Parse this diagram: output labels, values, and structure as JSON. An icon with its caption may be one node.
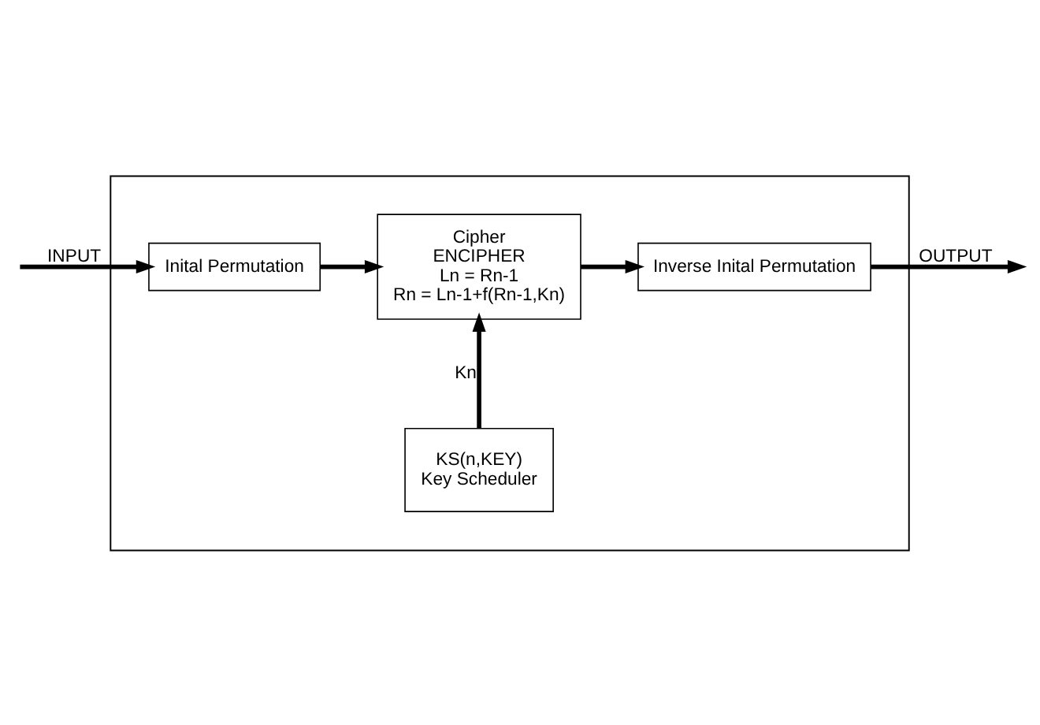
{
  "diagram": {
    "nodes": [
      {
        "text": [],
        "shape": "box"
      },
      {
        "text": [
          "Inital Permutation"
        ],
        "in": 0
      },
      {
        "text": [
          "Cipher",
          "ENCIPHER",
          "Ln = Rn-1",
          "Rn = Ln-1+f(Rn-1,Kn)"
        ],
        "in": 0
      },
      {
        "text": [
          "Inverse Inital Permutation"
        ],
        "in": 0
      },
      {
        "text": [
          "KS(n,KEY)",
          "Key Scheduler"
        ],
        "in": 0
      }
    ],
    "edges": [
      {
        "from": null,
        "to": 1,
        "arrow": "to",
        "label": "INPUT"
      },
      {
        "from": 1,
        "to": 2,
        "arrow": "to"
      },
      {
        "from": 2,
        "to": 3,
        "arrow": "to"
      },
      {
        "from": 3,
        "to": null,
        "arrow": "to",
        "label": "OUTPUT"
      },
      {
        "from": 4,
        "to": 2,
        "arrow": "to",
        "label": "Kn"
      }
    ]
  }
}
